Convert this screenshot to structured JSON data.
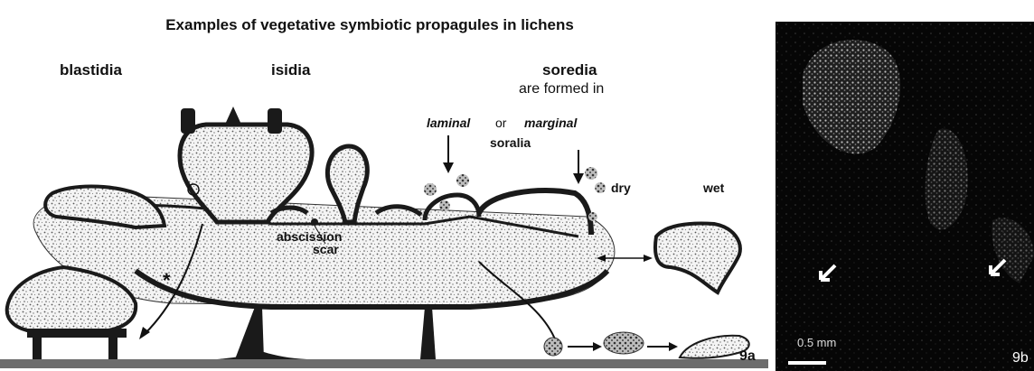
{
  "title": "Examples of vegetative symbiotic propagules in lichens",
  "groups": {
    "blastidia": "blastidia",
    "isidia": "isidia",
    "soredia": "soredia",
    "soredia_sub": "are formed in"
  },
  "labels": {
    "laminal": "laminal",
    "or": "or",
    "marginal": "marginal",
    "soralia": "soralia",
    "dry": "dry",
    "wet": "wet",
    "abscission": "abscission",
    "scar": "scar",
    "fig_a": "9a",
    "fig_b": "9b",
    "scale": "0.5 mm"
  },
  "colors": {
    "cortex": "#1a1a1a",
    "medulla_speckle": "#6a6a6a",
    "background": "#ffffff",
    "micrograph_bg": "#050505"
  }
}
